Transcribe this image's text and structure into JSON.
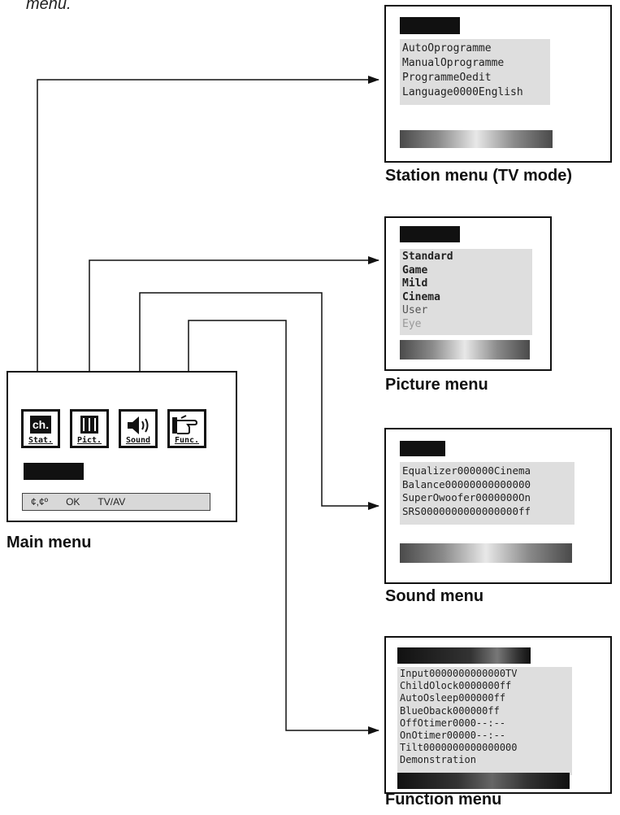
{
  "top_fragment": "menu.",
  "main_menu": {
    "caption": "Main menu",
    "icons": [
      {
        "label": "Stat.",
        "glyph": "ch.",
        "icon": "channel-icon"
      },
      {
        "label": "Pict.",
        "icon": "picture-icon"
      },
      {
        "label": "Sound",
        "icon": "speaker-icon"
      },
      {
        "label": "Func.",
        "icon": "hand-icon"
      }
    ],
    "status": {
      "arrows": "¢,¢º",
      "ok": "OK",
      "tvav": "TV/AV"
    }
  },
  "station_menu": {
    "caption": "Station menu (TV mode)",
    "items": [
      "AutoOprogramme",
      "ManualOprogramme",
      "ProgrammeOedit",
      "Language0000English"
    ]
  },
  "picture_menu": {
    "caption": "Picture menu",
    "items": [
      "Standard",
      "Game",
      "Mild",
      "Cinema",
      "User",
      "Eye"
    ]
  },
  "sound_menu": {
    "caption": "Sound menu",
    "items": [
      "Equalizer000000Cinema",
      "Balance00000000000000",
      "SuperOwoofer0000000On",
      "SRS0000000000000000ff"
    ]
  },
  "function_menu": {
    "caption": "Function menu",
    "items": [
      "Input0000000000000TV",
      "ChildOlock0000000ff",
      "AutoOsleep000000ff",
      "BlueOback000000ff",
      "OffOtimer0000--:--",
      "OnOtimer00000--:--",
      "Tilt0000000000000000",
      "Demonstration"
    ]
  }
}
